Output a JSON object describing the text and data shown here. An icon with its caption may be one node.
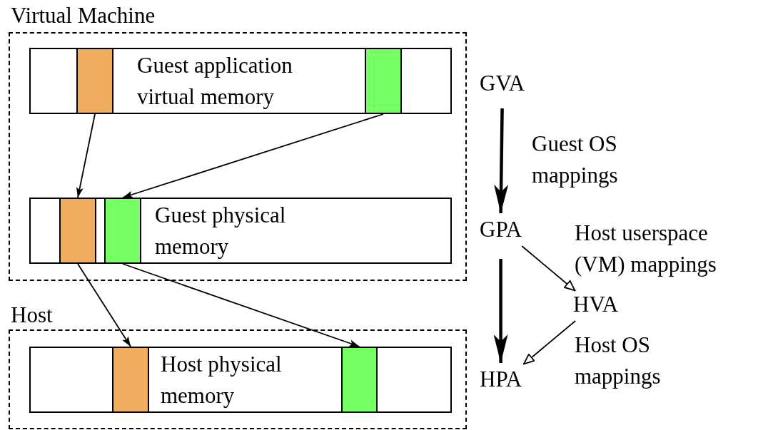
{
  "diagram": {
    "nodes": [
      {
        "text": [
          "Virtual Machine"
        ]
      },
      {
        "text": [
          "Guest application virtual memory"
        ],
        "in": 0
      },
      {
        "text": [],
        "shape": "box",
        "in": 1
      },
      {
        "text": [],
        "shape": "box",
        "in": 1
      },
      {
        "text": [
          "Guest physical memory"
        ],
        "in": 0
      },
      {
        "text": [],
        "shape": "box",
        "in": 4
      },
      {
        "text": [],
        "shape": "box",
        "in": 4
      },
      {
        "text": [
          "Host"
        ]
      },
      {
        "text": [
          "Host physical memory"
        ],
        "in": 7
      },
      {
        "text": [],
        "shape": "box",
        "in": 8
      },
      {
        "text": [],
        "shape": "box",
        "in": 8
      },
      {
        "text": [
          "GVA"
        ]
      },
      {
        "text": [
          "GPA"
        ]
      },
      {
        "text": [
          "HVA"
        ]
      },
      {
        "text": [
          "HPA"
        ]
      }
    ],
    "edges": [
      {
        "from": 2,
        "to": 5,
        "arrow": "to"
      },
      {
        "from": 3,
        "to": 6,
        "arrow": "to"
      },
      {
        "from": 5,
        "to": 9,
        "arrow": "to"
      },
      {
        "from": 6,
        "to": 10,
        "arrow": "to"
      },
      {
        "from": 11,
        "to": 12,
        "arrow": "to",
        "label": "Guest OS mappings",
        "style": "thick"
      },
      {
        "from": 12,
        "to": 14,
        "arrow": "to",
        "style": "thick"
      },
      {
        "from": 12,
        "to": 13,
        "arrow": "to",
        "label": "Host userspace (VM) mappings"
      },
      {
        "from": 13,
        "to": 14,
        "arrow": "to",
        "label": "Host OS mappings"
      }
    ]
  }
}
